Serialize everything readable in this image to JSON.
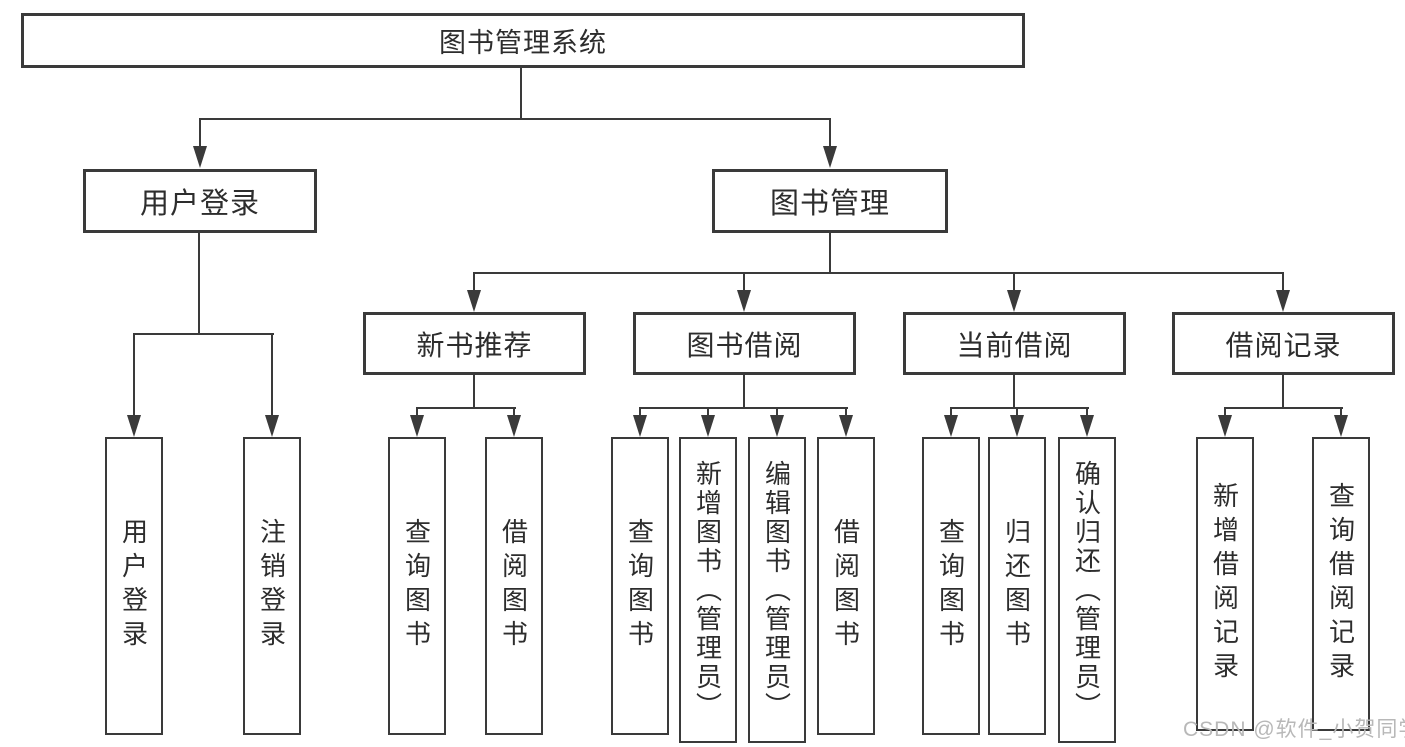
{
  "diagram_title": "图书管理系统",
  "nodes": {
    "root": {
      "label": "图书管理系统"
    },
    "userLogin": {
      "label": "用户登录"
    },
    "bookMgmt": {
      "label": "图书管理"
    },
    "ulLogin": {
      "label": "用户登录"
    },
    "ulLogout": {
      "label": "注销登录"
    },
    "newBookRec": {
      "label": "新书推荐"
    },
    "bookBorrow": {
      "label": "图书借阅"
    },
    "currentBorrow": {
      "label": "当前借阅"
    },
    "borrowRecords": {
      "label": "借阅记录"
    },
    "nbrQuery": {
      "label": "查询图书"
    },
    "nbrBorrow": {
      "label": "借阅图书"
    },
    "bbQuery": {
      "label": "查询图书"
    },
    "bbAdd": {
      "label": "新增图书（管理员）"
    },
    "bbEdit": {
      "label": "编辑图书（管理员）"
    },
    "bbBorrow": {
      "label": "借阅图书"
    },
    "cbQuery": {
      "label": "查询图书"
    },
    "cbReturn": {
      "label": "归还图书"
    },
    "cbConfirm": {
      "label": "确认归还（管理员）"
    },
    "brAdd": {
      "label": "新增借阅记录"
    },
    "brQuery": {
      "label": "查询借阅记录"
    }
  },
  "hierarchy": {
    "图书管理系统": {
      "用户登录": [
        "用户登录",
        "注销登录"
      ],
      "图书管理": {
        "新书推荐": [
          "查询图书",
          "借阅图书"
        ],
        "图书借阅": [
          "查询图书",
          "新增图书（管理员）",
          "编辑图书（管理员）",
          "借阅图书"
        ],
        "当前借阅": [
          "查询图书",
          "归还图书",
          "确认归还（管理员）"
        ],
        "借阅记录": [
          "新增借阅记录",
          "查询借阅记录"
        ]
      }
    }
  },
  "watermark": "CSDN @软件_小贺同学",
  "colors": {
    "line": "#3a3a3a",
    "text": "#2d2d2d",
    "bg": "#ffffff",
    "watermark": "#b8b8b8"
  }
}
